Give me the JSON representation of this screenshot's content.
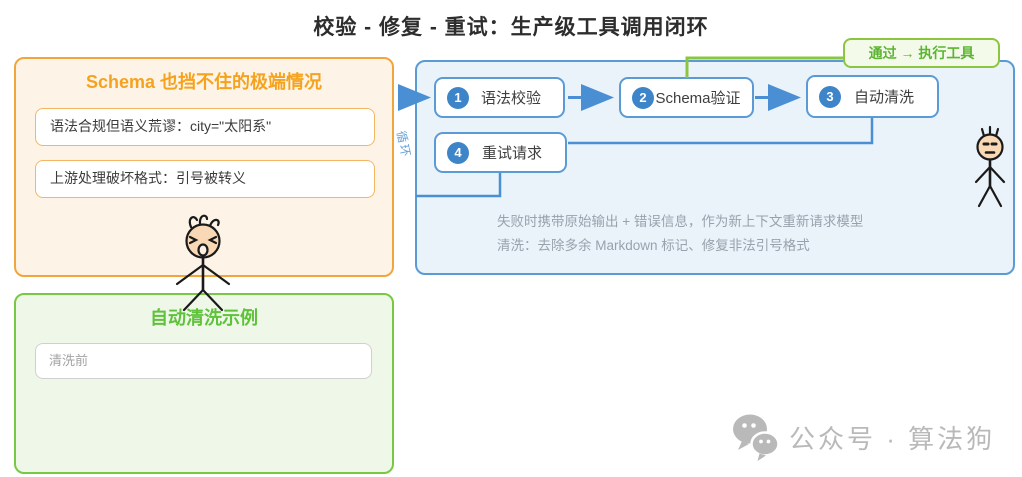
{
  "title": "校验 - 修复 - 重试：生产级工具调用闭环",
  "edge_cases_panel": {
    "title": "Schema 也挡不住的极端情况",
    "items": [
      "语法合规但语义荒谬：city=\"太阳系\"",
      "上游处理破坏格式：引号被转义"
    ]
  },
  "cleaning_panel": {
    "title": "自动清洗示例",
    "before_label": "清洗前"
  },
  "pipeline_panel": {
    "loop_label": "循环",
    "pass_label": "通过 → 执行工具",
    "steps": [
      {
        "num": "1",
        "label": "语法校验"
      },
      {
        "num": "2",
        "label": "Schema验证"
      },
      {
        "num": "3",
        "label": "自动清洗"
      },
      {
        "num": "4",
        "label": "重试请求"
      }
    ],
    "notes": [
      "失败时携带原始输出 + 错误信息，作为新上下文重新请求模型",
      "清洗：去除多余 Markdown 标记、修复非法引号格式"
    ]
  },
  "footer": {
    "text": "公众号 · 算法狗"
  },
  "colors": {
    "orange_border": "#f0a63c",
    "orange_bg": "#fdf4e7",
    "orange_title": "#f5a31e",
    "green_border": "#77c944",
    "green_bg": "#eef7e8",
    "green_title": "#5ec23a",
    "blue_border": "#5b9bd5",
    "blue_bg": "#eaf2fa",
    "badge_blue": "#3d85c8",
    "arrow_blue": "#4a8fd3",
    "pass_green": "#8cc63f",
    "note_gray": "#99a2ac",
    "footer_gray": "#b9b9b9"
  }
}
